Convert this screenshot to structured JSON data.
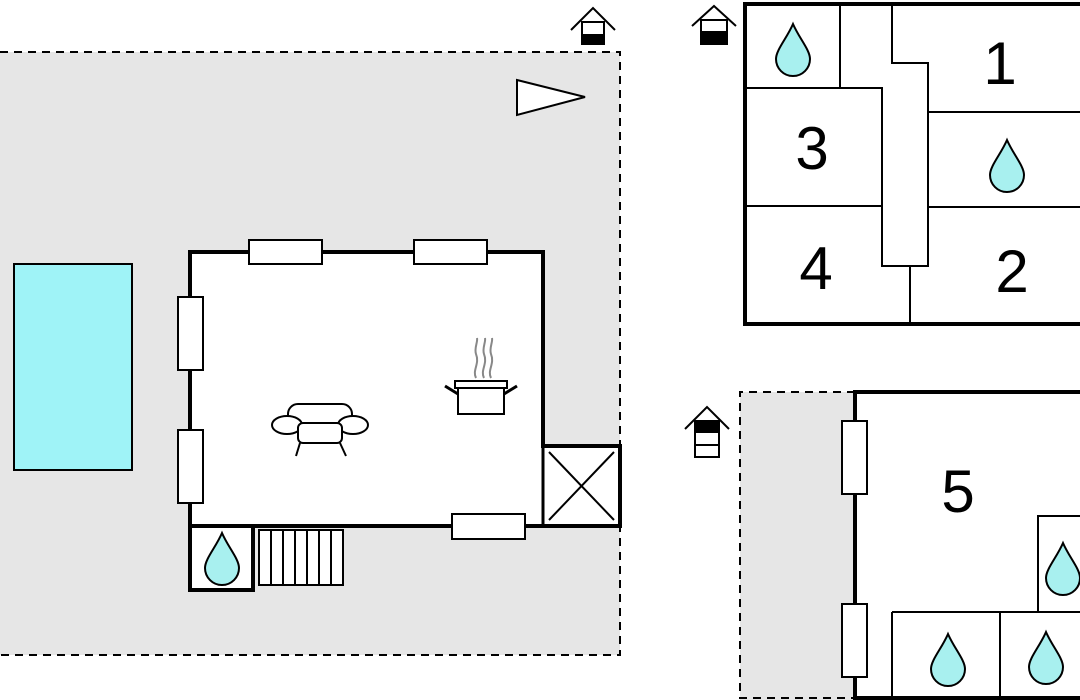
{
  "colors": {
    "terrace": "#e6e6e6",
    "pool": "#9ff3f7",
    "water_drop": "#a8f0ef",
    "wall": "#000000",
    "steam": "#888888"
  },
  "icons": [
    "house-floor-indicator-icon",
    "compass-arrow-icon",
    "pool-icon",
    "sofa-icon",
    "cooking-pot-icon",
    "water-drop-icon",
    "stairs-icon",
    "window-icon",
    "void-x-icon"
  ],
  "rooms": {
    "room_1": "1",
    "room_2": "2",
    "room_3": "3",
    "room_4": "4",
    "room_5": "5"
  }
}
